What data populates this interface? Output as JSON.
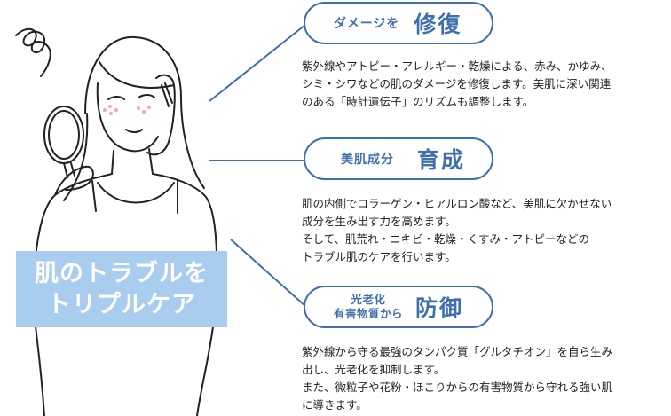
{
  "overlay": {
    "line1": "肌のトラブルを",
    "line2": "トリプルケア"
  },
  "features": [
    {
      "label": "ダメージを",
      "label_line2": "",
      "keyword": "修復",
      "lines": [
        "紫外線やアトピー・アレルギー・乾燥による、赤み、かゆみ、",
        "シミ・シワなどの肌のダメージを修復します。美肌に深い関連",
        "のある「時計遺伝子」のリズムも調整します。"
      ]
    },
    {
      "label": "美肌成分",
      "label_line2": "",
      "keyword": "育成",
      "lines": [
        "肌の内側でコラーゲン・ヒアルロン酸など、美肌に欠かせない",
        "成分を生み出す力を高めます。",
        "そして、肌荒れ・ニキビ・乾燥・くすみ・アトピーなどの",
        "トラブル肌のケアを行います。"
      ]
    },
    {
      "label": "光老化",
      "label_line2": "有害物質から",
      "keyword": "防御",
      "lines": [
        "紫外線から守る最強のタンパク質「グルタチオン」を自ら生み",
        "出し、光老化を抑制します。",
        "また、微粒子や花粉・ほこりからの有害物質から守れる強い肌",
        "に導きます。"
      ]
    }
  ],
  "colors": {
    "accent": "#3f6fae",
    "overlay_bg": "#a9cdee",
    "cheek": "#f2a6bf"
  }
}
